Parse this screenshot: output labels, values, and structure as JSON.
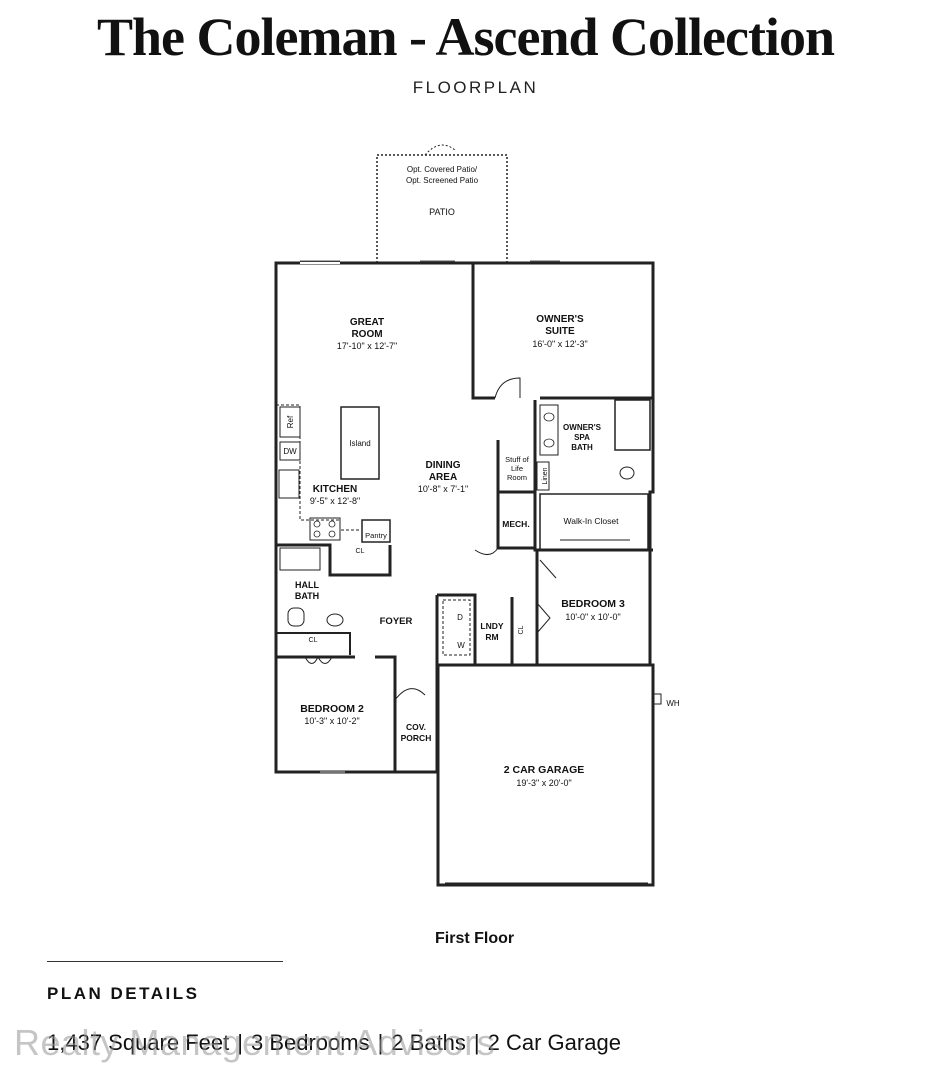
{
  "header": {
    "title": "The Coleman - Ascend Collection",
    "subtitle": "FLOORPLAN"
  },
  "rooms": {
    "patio": "PATIO",
    "patio_opt_1": "Opt. Covered Patio/",
    "patio_opt_2": "Opt. Screened Patio",
    "great_room": "GREAT",
    "great_room_2": "ROOM",
    "great_room_dim": "17'-10\" x 12'-7\"",
    "owners_suite": "OWNER'S",
    "owners_suite_2": "SUITE",
    "owners_suite_dim": "16'-0\" x 12'-3\"",
    "ref": "Ref",
    "island": "Island",
    "dw": "DW",
    "kitchen": "KITCHEN",
    "kitchen_dim": "9'-5\" x 12'-8\"",
    "dining": "DINING",
    "dining_2": "AREA",
    "dining_dim": "10'-8\" x 7'-1\"",
    "stuff_1": "Stuff of",
    "stuff_2": "Life",
    "stuff_3": "Room",
    "linen": "Linen",
    "spa_1": "OWNER'S",
    "spa_2": "SPA",
    "spa_3": "BATH",
    "mech": "MECH.",
    "closet": "Walk-In Closet",
    "pantry": "Pantry",
    "cl": "CL",
    "hall_bath_1": "HALL",
    "hall_bath_2": "BATH",
    "foyer": "FOYER",
    "d": "D",
    "w": "W",
    "lndy_1": "LNDY",
    "lndy_2": "RM",
    "bedroom3": "BEDROOM 3",
    "bedroom3_dim": "10'-0\" x 10'-0\"",
    "bedroom2": "BEDROOM 2",
    "bedroom2_dim": "10'-3\" x 10'-2\"",
    "porch_1": "COV.",
    "porch_2": "PORCH",
    "garage": "2 CAR GARAGE",
    "garage_dim": "19'-3\" x 20'-0\"",
    "wh": "WH"
  },
  "floor_label": "First Floor",
  "details": {
    "heading": "PLAN DETAILS",
    "sqft": "1,437 Square Feet",
    "beds": "3 Bedrooms",
    "baths": "2 Baths",
    "garage": "2 Car Garage",
    "separator": "|"
  },
  "watermark": "Realty Management Advisors"
}
